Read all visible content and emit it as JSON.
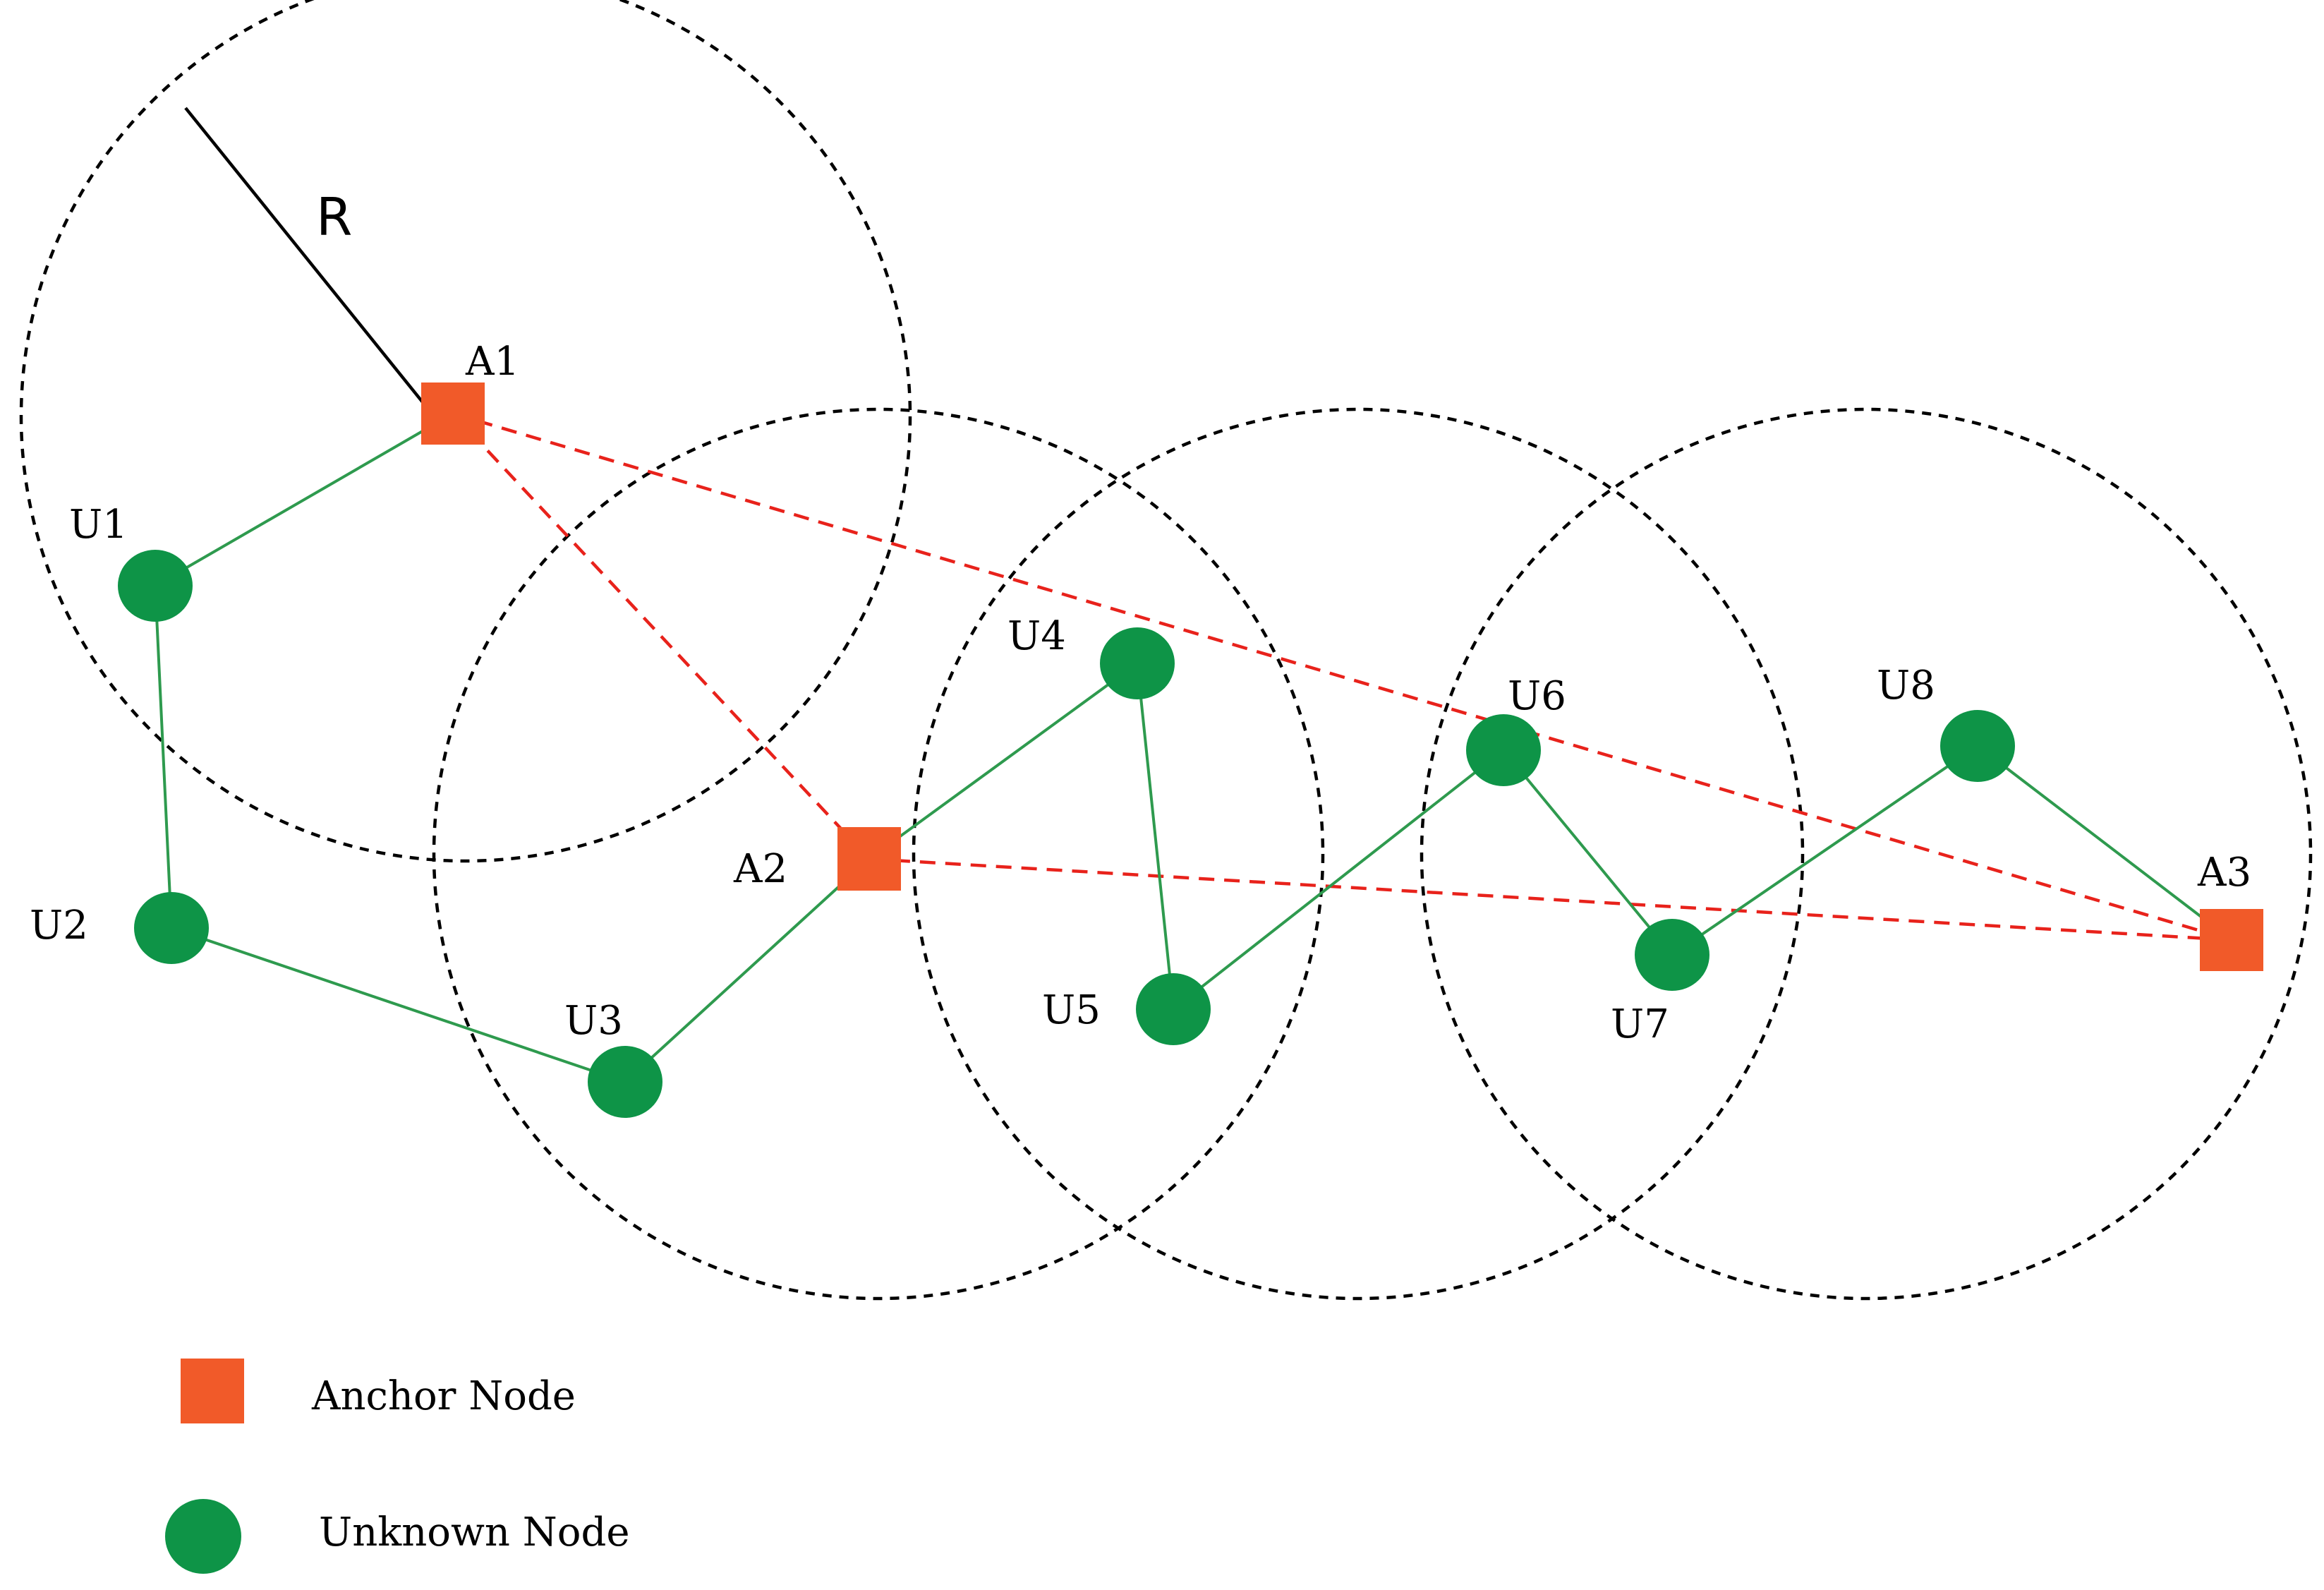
{
  "colors": {
    "anchor": "#f15a29",
    "unknown": "#0e9447",
    "link": "#2e9a4e",
    "anchor_link": "#e8221b",
    "range": "#000000"
  },
  "radius_label": "R",
  "anchors": [
    {
      "id": "A1",
      "label": "A1"
    },
    {
      "id": "A2",
      "label": "A2"
    },
    {
      "id": "A3",
      "label": "A3"
    }
  ],
  "unknown_nodes": [
    {
      "id": "U1",
      "label": "U1"
    },
    {
      "id": "U2",
      "label": "U2"
    },
    {
      "id": "U3",
      "label": "U3"
    },
    {
      "id": "U4",
      "label": "U4"
    },
    {
      "id": "U5",
      "label": "U5"
    },
    {
      "id": "U6",
      "label": "U6"
    },
    {
      "id": "U7",
      "label": "U7"
    },
    {
      "id": "U8",
      "label": "U8"
    }
  ],
  "hop_links": [
    [
      "A1",
      "U1"
    ],
    [
      "U1",
      "U2"
    ],
    [
      "U2",
      "U3"
    ],
    [
      "U3",
      "A2"
    ],
    [
      "A2",
      "U4"
    ],
    [
      "U4",
      "U5"
    ],
    [
      "U5",
      "U6"
    ],
    [
      "U6",
      "U7"
    ],
    [
      "U7",
      "U8"
    ],
    [
      "U8",
      "A3"
    ]
  ],
  "anchor_links": [
    [
      "A1",
      "A2"
    ],
    [
      "A1",
      "A3"
    ],
    [
      "A2",
      "A3"
    ]
  ],
  "legend": {
    "anchor_label": "Anchor Node",
    "unknown_label": "Unknown Node"
  }
}
